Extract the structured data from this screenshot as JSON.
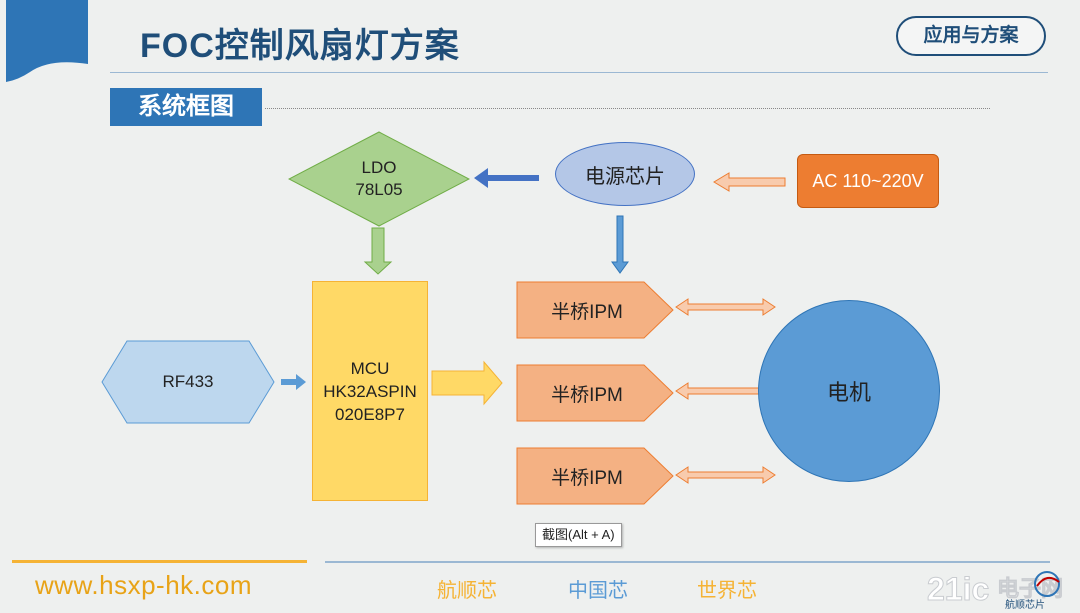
{
  "title": "FOC控制风扇灯方案",
  "tag_button": "应用与方案",
  "section_title": "系统框图",
  "diagram": {
    "ldo_line1": "LDO",
    "ldo_line2": "78L05",
    "power_chip": "电源芯片",
    "ac_input": "AC 110~220V",
    "rf": "RF433",
    "mcu_line1": "MCU",
    "mcu_line2": "HK32ASPIN",
    "mcu_line3": "020E8P7",
    "half_bridge_1": "半桥IPM",
    "half_bridge_2": "半桥IPM",
    "half_bridge_3": "半桥IPM",
    "motor": "电机"
  },
  "tooltip": "截图(Alt + A)",
  "footer": {
    "url": "www.hsxp-hk.com",
    "slogan_1": "航顺芯",
    "slogan_2": "中国芯",
    "slogan_3": "世界芯"
  },
  "colors": {
    "title_blue": "#1f4e79",
    "section_blue": "#2e75b6",
    "ldo_green": "#a9d18e",
    "power_blue": "#9dc3e6",
    "ac_orange": "#ed7d31",
    "mcu_yellow": "#ffd966",
    "ipm_salmon": "#f4b183",
    "motor_blue": "#5b9bd5",
    "footer_gold": "#f5b335"
  }
}
